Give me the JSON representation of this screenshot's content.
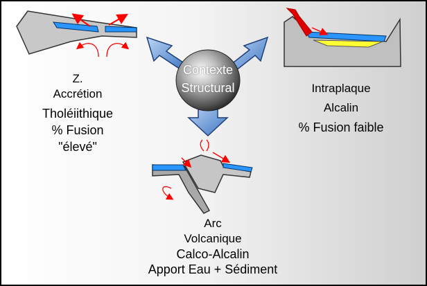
{
  "center": {
    "line1": "Contexte",
    "line2": "Structural"
  },
  "ridge": {
    "lines": [
      "Z.",
      "Accrétion",
      "Tholéiithique",
      "% Fusion",
      "\"élevé\""
    ]
  },
  "intraplate": {
    "lines": [
      "Intraplaque",
      "Alcalin",
      "% Fusion faible"
    ]
  },
  "arc": {
    "lines": [
      "Arc",
      "Volcanique",
      "Calco-Alcalin",
      "Apport Eau + Sédiment"
    ]
  },
  "colors": {
    "ocean": "#33aaff",
    "arrow_blue": "#6f9fd8",
    "red": "#ff0000",
    "yellow": "#ffff33",
    "rock": "#c0c0c0"
  }
}
